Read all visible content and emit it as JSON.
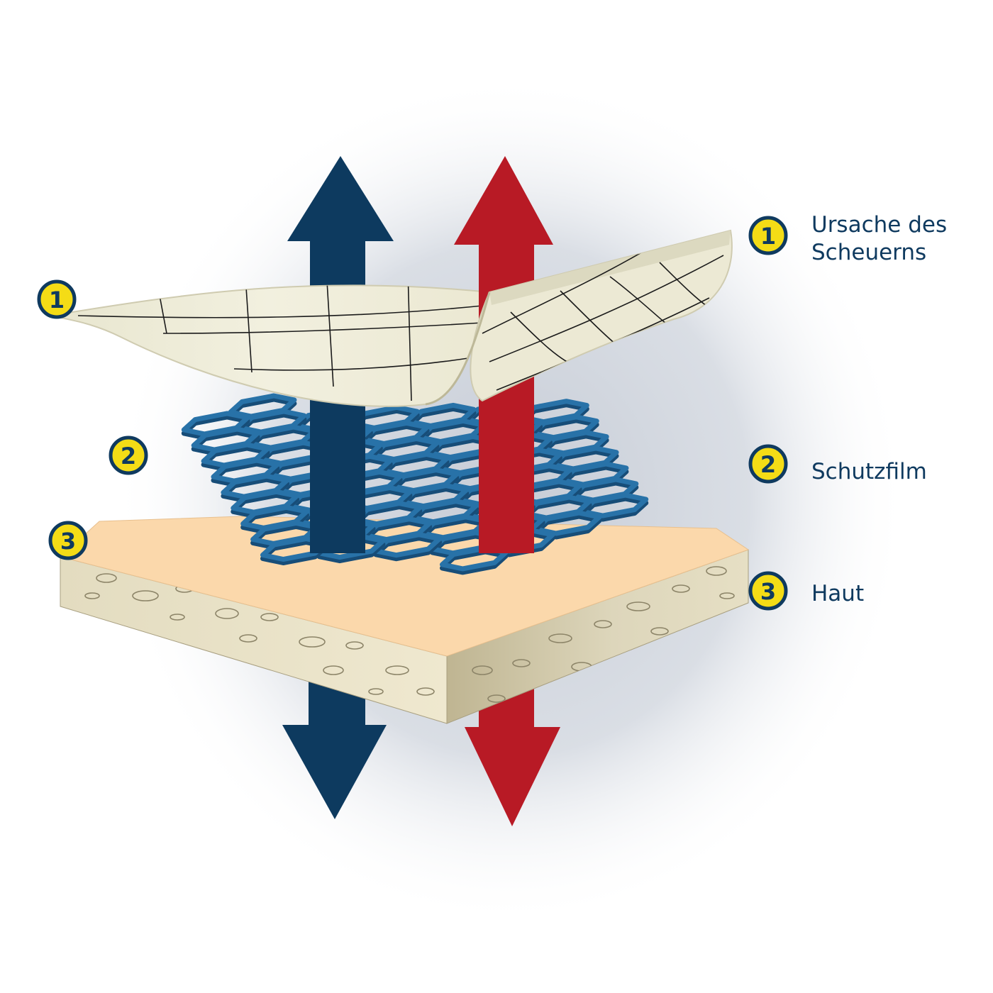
{
  "colors": {
    "background": "#ffffff",
    "halo": "#c6ccd6",
    "arrow_navy": "#0d3a5f",
    "arrow_red": "#b81a25",
    "cover_layer": "#efeddb",
    "cover_layer_edge": "#dcd9c0",
    "grid_line": "#1b1b1b",
    "mesh": "#2872a8",
    "mesh_dark": "#174d78",
    "skin_top": "#fbd8ab",
    "skin_side": "#ddd6bb",
    "skin_dark": "#bfb592",
    "badge_fill": "#f4dc16",
    "badge_ring": "#0f3a5f",
    "text": "#0f3a5f"
  },
  "icons": [
    "up-arrow-icon",
    "down-arrow-icon"
  ],
  "badges": {
    "layer1": "1",
    "layer2": "2",
    "layer3": "3"
  },
  "legend": [
    {
      "number": "1",
      "lines": [
        "Ursache des",
        "Scheuerns"
      ]
    },
    {
      "number": "2",
      "lines": [
        "Schutzfilm"
      ]
    },
    {
      "number": "3",
      "lines": [
        "Haut"
      ]
    }
  ]
}
